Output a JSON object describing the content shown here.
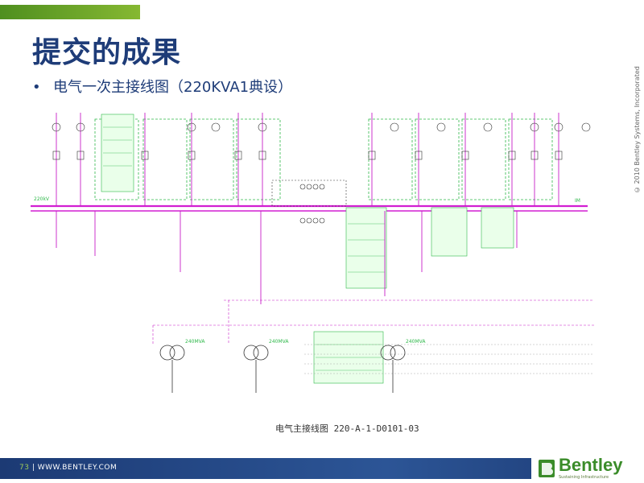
{
  "slide": {
    "title": "提交的成果",
    "bullet_symbol": "•",
    "bullet_text": "电气一次主接线图（220KVA1典设）",
    "copyright": "© 2010 Bentley Systems, Incorporated"
  },
  "diagram": {
    "caption": "电气主接线图 220-A-1-D0101-03",
    "bus_left_label": "220kV",
    "bus_right_label": "IM",
    "transformer_labels": [
      "240MVA",
      "240MVA",
      "240MVA"
    ]
  },
  "footer": {
    "page_number": "73",
    "separator": " | ",
    "url": "WWW.BENTLEY.COM"
  },
  "logo": {
    "word": "Bentley",
    "tagline": "Sustaining Infrastructure"
  },
  "colors": {
    "title": "#1e3c78",
    "accent_green": "#4f8f1f",
    "footer_navy": "#1c3a74",
    "bus_magenta": "#d21fd2",
    "feeder_green": "#2fb84a"
  }
}
